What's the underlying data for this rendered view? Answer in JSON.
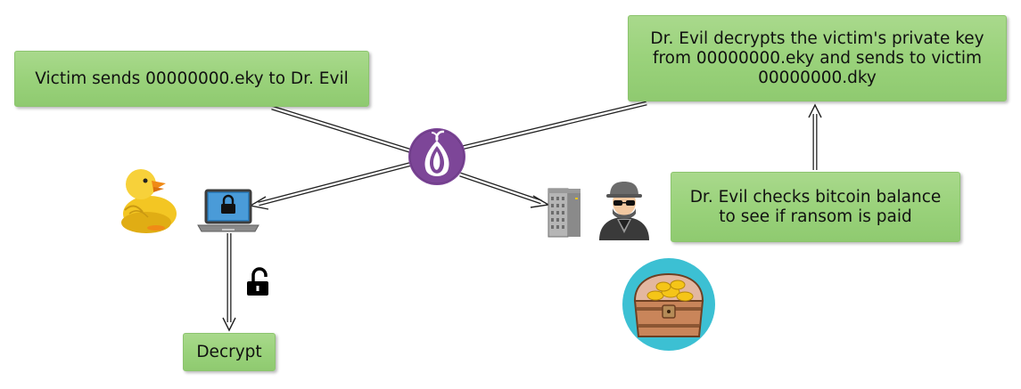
{
  "diagram": {
    "boxes": {
      "victim_sends": "Victim sends 00000000.eky to Dr. Evil",
      "evil_decrypts": "Dr. Evil decrypts the victim's private key\nfrom 00000000.eky and sends to victim\n00000000.dky",
      "evil_checks": "Dr. Evil checks bitcoin balance\nto see if ransom is paid",
      "decrypt": "Decrypt"
    },
    "icons": [
      "duck-icon",
      "laptop-icon",
      "locked-padlock-icon",
      "unlocked-padlock-icon",
      "tor-onion-icon",
      "server-icon",
      "hacker-icon",
      "treasure-chest-icon"
    ],
    "colors": {
      "box_fill": "#9ad27b",
      "box_border": "#8cc46e",
      "tor_purple": "#7d4698",
      "chest_circle": "#3cc0d3"
    }
  }
}
